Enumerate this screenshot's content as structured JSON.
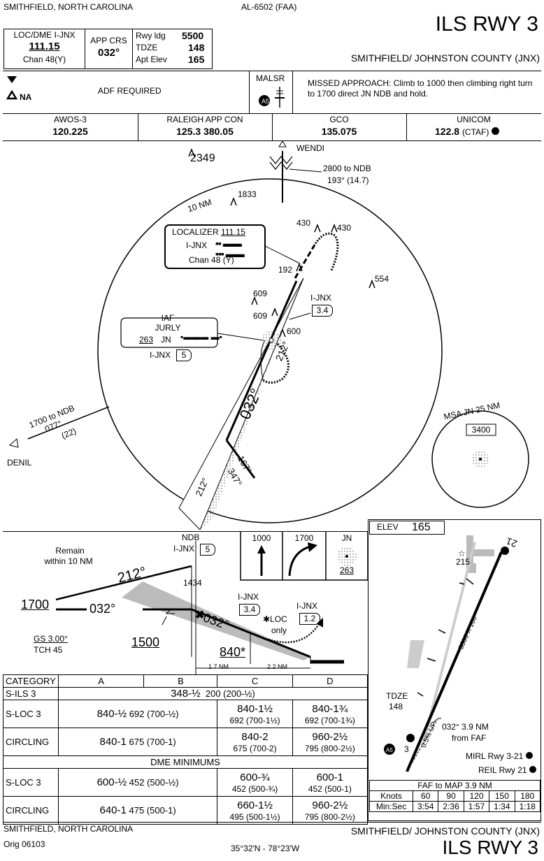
{
  "header": {
    "location_left": "SMITHFIELD, NORTH CAROLINA",
    "procedure_id": "AL-6502 (FAA)",
    "title": "ILS RWY 3",
    "airport": "SMITHFIELD/ JOHNSTON COUNTY (JNX)",
    "loc_dme_label": "LOC/DME  I-JNX",
    "loc_freq": "111.15",
    "chan": "Chan 48(Y)",
    "app_crs_label": "APP CRS",
    "app_crs": "032°",
    "rwy_ldg_label": "Rwy ldg",
    "rwy_ldg": "5500",
    "tdze_label": "TDZE",
    "tdze": "148",
    "apt_elev_label": "Apt Elev",
    "apt_elev": "165"
  },
  "notes": {
    "na": "NA",
    "adf_required": "ADF REQUIRED",
    "malsr": "MALSR",
    "missed_approach": "MISSED APPROACH:  Climb to 1000 then climbing right turn to 1700 direct JN NDB and hold."
  },
  "comms": [
    {
      "name": "AWOS-3",
      "freq": "120.225"
    },
    {
      "name": "RALEIGH APP CON",
      "freq": "125.3  380.05"
    },
    {
      "name": "GCO",
      "freq": "135.075"
    },
    {
      "name": "UNICOM",
      "freq": "122.8",
      "suffix": "(CTAF)"
    }
  ],
  "plan": {
    "obstacle_2349": "2349",
    "wendi": "WENDI",
    "to_ndb": "2800 to NDB",
    "to_ndb_crs": "193° (14.7)",
    "ten_nm": "10 NM",
    "obs_1833": "1833",
    "obs_430a": "430",
    "obs_430b": "430",
    "obs_192": "192",
    "obs_554": "554",
    "obs_609a": "609",
    "obs_609b": "609",
    "obs_600": "600",
    "localizer_label": "LOCALIZER",
    "localizer_freq": "111.15",
    "localizer_id": "I-JNX",
    "localizer_chan": "Chan 48 (Y)",
    "ijnx_34": "I-JNX",
    "dme_34": "3.4",
    "iaf": "IAF",
    "jurly": "JURLY",
    "jn_freq": "263",
    "jn": "JN",
    "ijnx_5": "I-JNX",
    "dme_5": "5",
    "crs_032": "032°",
    "crs_212": "212°",
    "crs_167": "167°",
    "crs_347": "347°",
    "crs_212b": "212°",
    "denil_route": "1700 to NDB",
    "denil_crs": "077°",
    "denil_dist": "(22)",
    "denil": "DENIL",
    "msa": "MSA JN 25 NM",
    "msa_alt": "3400"
  },
  "profile": {
    "ndb": "NDB",
    "ijnx_5": "I-JNX",
    "dme_5": "5",
    "remain": "Remain",
    "within": "within 10 NM",
    "crs_212": "212°",
    "alt_1434": "1434",
    "alt_1700": "1700",
    "crs_032": "032°",
    "crs_032b": "032°",
    "alt_1500": "1500",
    "gs": "GS 3.00°",
    "tch": "TCH 45",
    "ijnx_34": "I-JNX",
    "dme_34": "3.4",
    "ijnx_12": "I-JNX",
    "dme_12": "1.2",
    "loc_only": "✱LOC",
    "only": "only",
    "alt_840": "840",
    "dist_17": "1.7 NM",
    "dist_22": "2.2 NM",
    "ma_1000": "1000",
    "ma_1700": "1700",
    "ma_jn": "JN",
    "ma_263": "263"
  },
  "minimums": {
    "headers": [
      "CATEGORY",
      "A",
      "B",
      "C",
      "D"
    ],
    "sils": {
      "label": "S-ILS 3",
      "value": "348-½",
      "sub": "200 (200-½)"
    },
    "sloc": {
      "label": "S-LOC 3",
      "ab": "840-½",
      "ab_sub": "692 (700-½)",
      "c": "840-1½",
      "c_sub": "692 (700-1½)",
      "d": "840-1¾",
      "d_sub": "692 (700-1¾)"
    },
    "circ": {
      "label": "CIRCLING",
      "ab": "840-1",
      "ab_sub": "675 (700-1)",
      "c": "840-2",
      "c_sub": "675 (700-2)",
      "d": "960-2½",
      "d_sub": "795 (800-2½)"
    },
    "dme_title": "DME MINIMUMS",
    "dsloc": {
      "label": "S-LOC 3",
      "ab": "600-½",
      "ab_sub": "452 (500-½)",
      "c": "600-¾",
      "c_sub": "452 (500-¾)",
      "d": "600-1",
      "d_sub": "452 (500-1)"
    },
    "dcirc": {
      "label": "CIRCLING",
      "ab": "640-1",
      "ab_sub": "475 (500-1)",
      "c": "660-1½",
      "c_sub": "495 (500-1½)",
      "d": "960-2½",
      "d_sub": "795 (800-2½)"
    }
  },
  "airport_diagram": {
    "elev_label": "ELEV",
    "elev": "165",
    "rwy_21": "21",
    "rwy_3": "3",
    "obs_215": "215",
    "dims": "5500 X 100",
    "tdze_label": "TDZE",
    "tdze": "148",
    "slope": "0.5% UP",
    "faf_note1": "032° 3.9 NM",
    "faf_note2": "from FAF",
    "mirl": "MIRL Rwy 3-21",
    "reil": "REIL Rwy 21"
  },
  "faf_map": {
    "title": "FAF to MAP  3.9 NM",
    "knots_label": "Knots",
    "knots": [
      "60",
      "90",
      "120",
      "150",
      "180"
    ],
    "time_label": "Min:Sec",
    "times": [
      "3:54",
      "2:36",
      "1:57",
      "1:34",
      "1:18"
    ]
  },
  "footer": {
    "location": "SMITHFIELD, NORTH CAROLINA",
    "orig": "Orig  06103",
    "coords": "35°32'N - 78°23'W",
    "airport": "SMITHFIELD/ JOHNSTON COUNTY (JNX)",
    "title": "ILS RWY 3"
  }
}
